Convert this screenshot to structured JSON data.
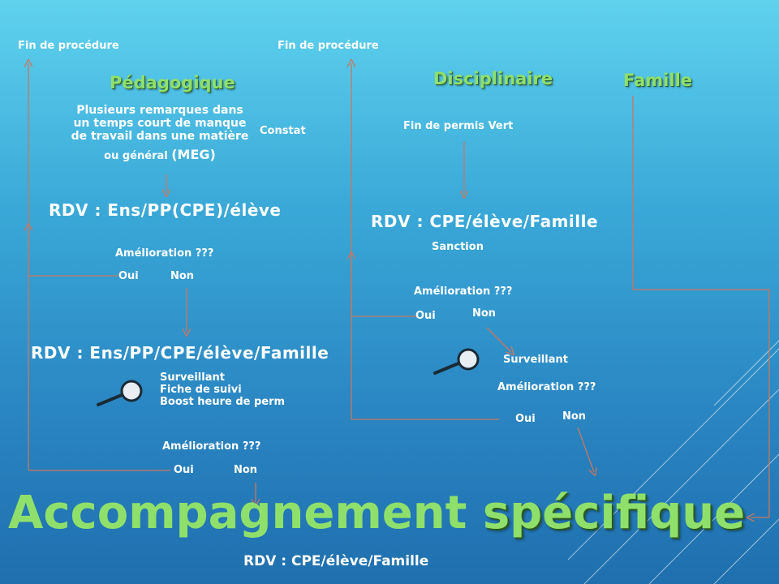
{
  "colors": {
    "arrow": "#c9775f",
    "header_green": "#8fe06a",
    "text": "#ffffff"
  },
  "top": {
    "fin1": "Fin de procédure",
    "fin2": "Fin  de procédure"
  },
  "headers": {
    "pedagogique": "Pédagogique",
    "disciplinaire": "Disciplinaire",
    "famille": "Famille"
  },
  "peda": {
    "desc_lines": [
      "Plusieurs remarques dans",
      "un temps court de manque",
      "de travail  dans une matière"
    ],
    "desc_last_a": "ou général ",
    "desc_last_b": "(MEG)",
    "constat": "Constat",
    "rdv1": "RDV : Ens/PP(CPE)/élève",
    "amelio1": "Amélioration  ???",
    "oui1": "Oui",
    "non1": "Non",
    "rdv2": "RDV : Ens/PP/CPE/élève/Famille",
    "measures": [
      "Surveillant",
      "Fiche  de suivi",
      "Boost heure de perm"
    ],
    "amelio2": "Amélioration  ???",
    "oui2": "Oui",
    "non2": "Non"
  },
  "disc": {
    "fin_permis": "Fin  de permis  Vert",
    "rdv": "RDV : CPE/élève/Famille",
    "sanction": "Sanction",
    "amelio1": "Amélioration  ???",
    "oui1": "Oui",
    "non1": "Non",
    "surveillant": "Surveillant",
    "amelio2": "Amélioration  ???",
    "oui2": "Oui",
    "non2": "Non"
  },
  "bottom": {
    "title_a": "Accompagnement ",
    "title_b": "spécifique",
    "rdv": "RDV : CPE/élève/Famille"
  },
  "icons": [
    "magnifier-icon",
    "magnifier-icon"
  ]
}
